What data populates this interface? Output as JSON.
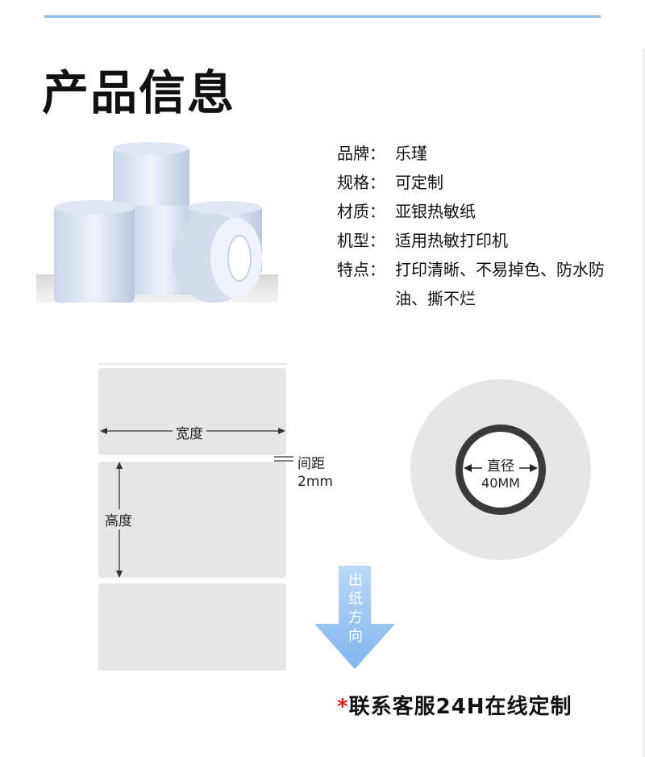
{
  "page": {
    "title": "产品信息",
    "colors": {
      "accent": "#8fb8e6",
      "arrow": "#8cbdf0",
      "star": "#e02020"
    }
  },
  "specs": [
    {
      "key": "品牌：",
      "value": "乐瑾"
    },
    {
      "key": "规格：",
      "value": "可定制"
    },
    {
      "key": "材质：",
      "value": "亚银热敏纸"
    },
    {
      "key": "机型：",
      "value": "适用热敏打印机"
    },
    {
      "key": "特点：",
      "value": "打印清晰、不易掉色、防水防油、撕不烂"
    }
  ],
  "diagram": {
    "width_label": "宽度",
    "height_label": "高度",
    "gap_label": "间距",
    "gap_value": "2mm",
    "diameter_label": "直径",
    "diameter_value": "40MM",
    "feed_direction": [
      "出",
      "纸",
      "方",
      "向"
    ]
  },
  "footer": {
    "star": "*",
    "contact": "联系客服24H在线定制"
  }
}
